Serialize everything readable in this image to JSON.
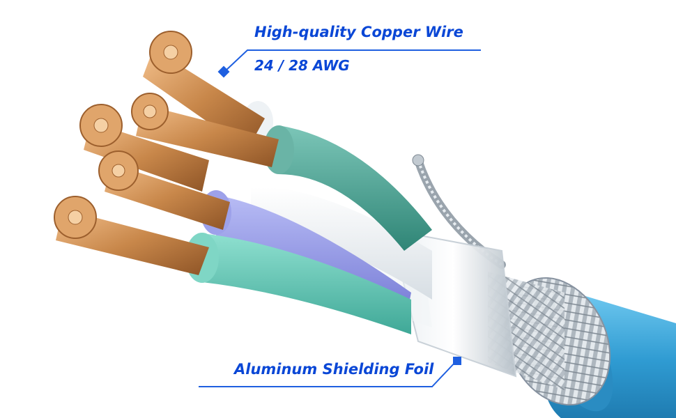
{
  "callouts": {
    "copper_wire_title": "High-quality Copper Wire",
    "copper_wire_gauge": "24 / 28 AWG",
    "shielding_title": "Aluminum Shielding Foil"
  },
  "colors": {
    "label_text": "#0a47d6",
    "callout_line": "#1e5fe0",
    "copper": "#c8874a",
    "jacket": "#3aa6d8",
    "teal_insulation": "#5fbfae",
    "dark_teal_insulation": "#3d9a8c",
    "violet_insulation": "#8a8fe0",
    "braid": "#9aa4ad"
  }
}
